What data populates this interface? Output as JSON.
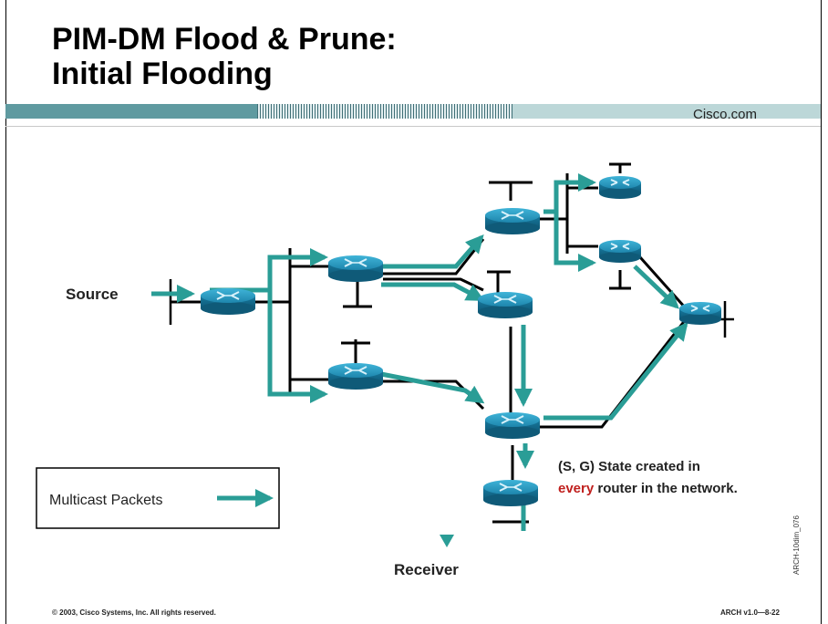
{
  "slide": {
    "title_line1": "PIM-DM Flood & Prune:",
    "title_line2": "Initial Flooding",
    "brand": "Cisco.com",
    "footer_left": "© 2003, Cisco Systems, Inc. All rights reserved.",
    "footer_right": "ARCH v1.0—8-22"
  },
  "diagram": {
    "source_label": "Source",
    "receiver_label": "Receiver",
    "legend_label": "Multicast Packets",
    "note_line1": "(S, G) State created in",
    "note_line2_highlight": "every",
    "note_line2_rest": " router in the network.",
    "side_code": "ARCH-10dim_076",
    "colors": {
      "flow": "#2a9d96",
      "router": "#1f8fb4",
      "highlight": "#c0201e"
    }
  }
}
